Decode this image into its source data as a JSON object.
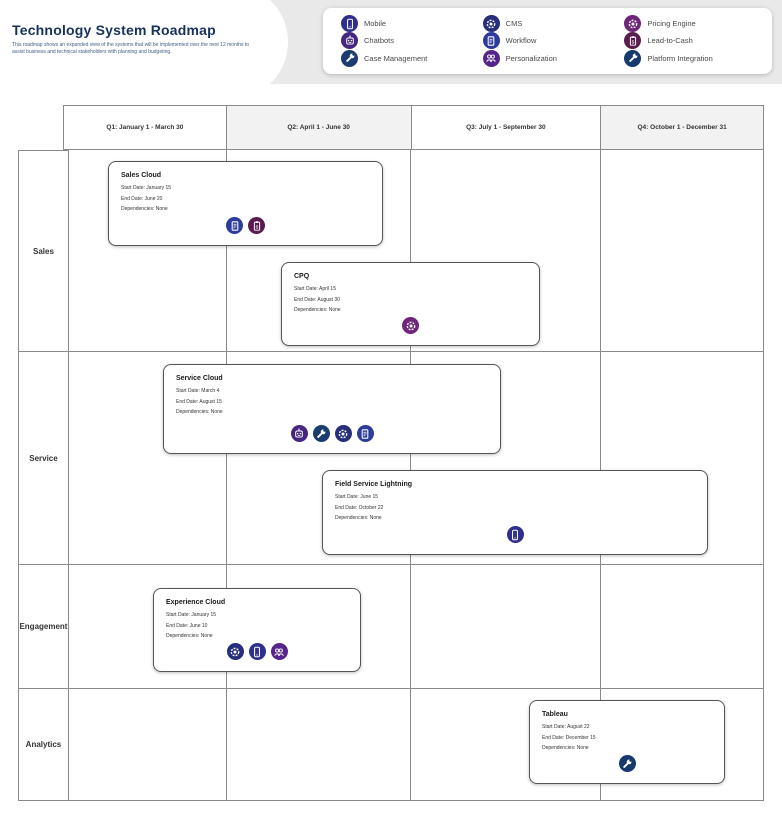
{
  "page": {
    "title": "Technology System Roadmap",
    "subtitle": "This roadmap shows an expanded view of the systems that will be implemented over the next 12 months to assist business and technical stakeholders with planning and budgeting."
  },
  "colors": {
    "title_text": "#16325c",
    "subtitle_text": "#44608a",
    "grid_line": "#8a8a8a",
    "shaded_column": "#f2f2f2",
    "panel_gray": "#e9e9e9"
  },
  "legend": {
    "items": [
      {
        "id": "mobile",
        "label": "Mobile",
        "icon": "mobile-icon",
        "color": "#2f2f8e"
      },
      {
        "id": "chatbots",
        "label": "Chatbots",
        "icon": "chatbot-icon",
        "color": "#46277f"
      },
      {
        "id": "case-management",
        "label": "Case Management",
        "icon": "wrench-icon",
        "color": "#1b3c6e"
      },
      {
        "id": "cms",
        "label": "CMS",
        "icon": "gear-icon",
        "color": "#272f7d"
      },
      {
        "id": "workflow",
        "label": "Workflow",
        "icon": "document-icon",
        "color": "#2d3c9b"
      },
      {
        "id": "personalization",
        "label": "Personalization",
        "icon": "people-icon",
        "color": "#55258c"
      },
      {
        "id": "pricing-engine",
        "label": "Pricing Engine",
        "icon": "gear-icon",
        "color": "#70257c"
      },
      {
        "id": "lead-to-cash",
        "label": "Lead-to-Cash",
        "icon": "clipboard-dollar-icon",
        "color": "#5a1c4e"
      },
      {
        "id": "platform-integration",
        "label": "Platform Integration",
        "icon": "wrench-icon",
        "color": "#163a6d"
      }
    ]
  },
  "timeline": {
    "quarters": [
      "Q1: January 1  - March 30",
      "Q2: April 1 - June 30",
      "Q3: July 1 - September 30",
      "Q4: October 1 - December 31"
    ]
  },
  "rows": [
    "Sales",
    "Service",
    "Engagement",
    "Analytics"
  ],
  "field_labels": {
    "start": "Start Date:",
    "end": "End Date:",
    "deps": "Dependencies:"
  },
  "cards": [
    {
      "title": "Sales Cloud",
      "row": "Sales",
      "start_date": "January 15",
      "end_date": "June 20",
      "dependencies": "None",
      "icons": [
        "workflow",
        "lead-to-cash"
      ]
    },
    {
      "title": "CPQ",
      "row": "Sales",
      "start_date": "April 15",
      "end_date": "August 30",
      "dependencies": "None",
      "icons": [
        "pricing-engine"
      ]
    },
    {
      "title": "Service Cloud",
      "row": "Service",
      "start_date": "March 4",
      "end_date": "August 15",
      "dependencies": "None",
      "icons": [
        "chatbots",
        "case-management",
        "cms",
        "workflow"
      ]
    },
    {
      "title": "Field Service Lightning",
      "row": "Service",
      "start_date": "June 15",
      "end_date": "October 22",
      "dependencies": "None",
      "icons": [
        "mobile"
      ]
    },
    {
      "title": "Experience Cloud",
      "row": "Engagement",
      "start_date": "January 15",
      "end_date": "June 10",
      "dependencies": "None",
      "icons": [
        "cms",
        "mobile",
        "personalization"
      ]
    },
    {
      "title": "Tableau",
      "row": "Analytics",
      "start_date": "August 22",
      "end_date": "December 15",
      "dependencies": "None",
      "icons": [
        "platform-integration"
      ]
    }
  ]
}
